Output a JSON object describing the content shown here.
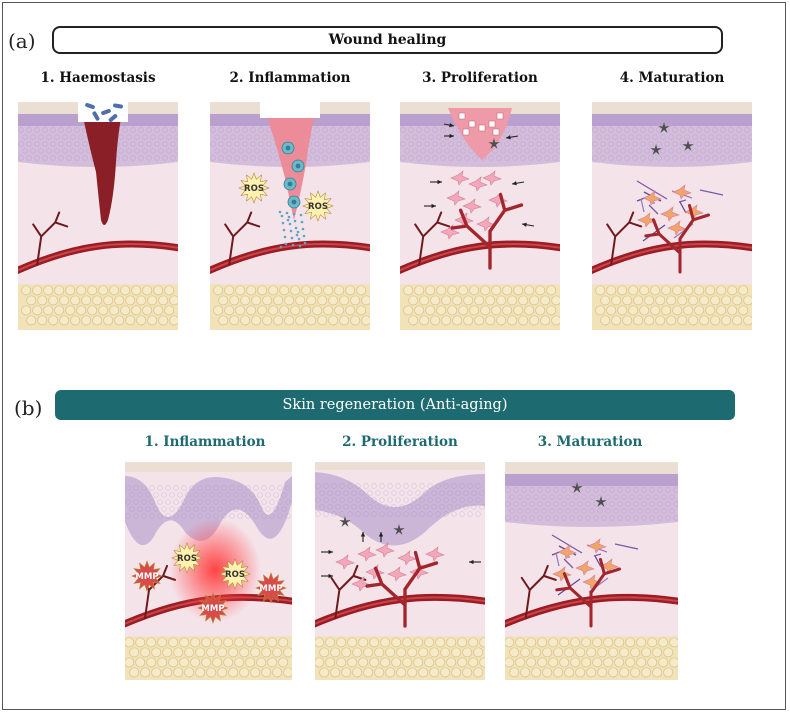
{
  "labels": {
    "a": "(a)",
    "b": "(b)"
  },
  "section_a": {
    "title": "Wound healing",
    "stages": [
      {
        "title": "1.  Haemostasis",
        "markers": []
      },
      {
        "title": "2. Inflammation",
        "markers": [
          "ROS",
          "ROS"
        ]
      },
      {
        "title": "3. Proliferation",
        "markers": []
      },
      {
        "title": "4. Maturation",
        "markers": []
      }
    ]
  },
  "section_b": {
    "title": "Skin regeneration (Anti-aging)",
    "stages": [
      {
        "title": "1.  Inflammation",
        "markers": [
          "ROS",
          "ROS",
          "MMP",
          "MMP",
          "MMP"
        ]
      },
      {
        "title": "2. Proliferation",
        "markers": []
      },
      {
        "title": "3. Maturation",
        "markers": []
      }
    ]
  },
  "colors": {
    "accent_teal": "#1d6a70",
    "vessel": "#9b1c22",
    "epidermis": "#c7b0d6",
    "dermis": "#f5e3ea",
    "fat": "#f1e2b8",
    "blood": "#8a1f28"
  }
}
